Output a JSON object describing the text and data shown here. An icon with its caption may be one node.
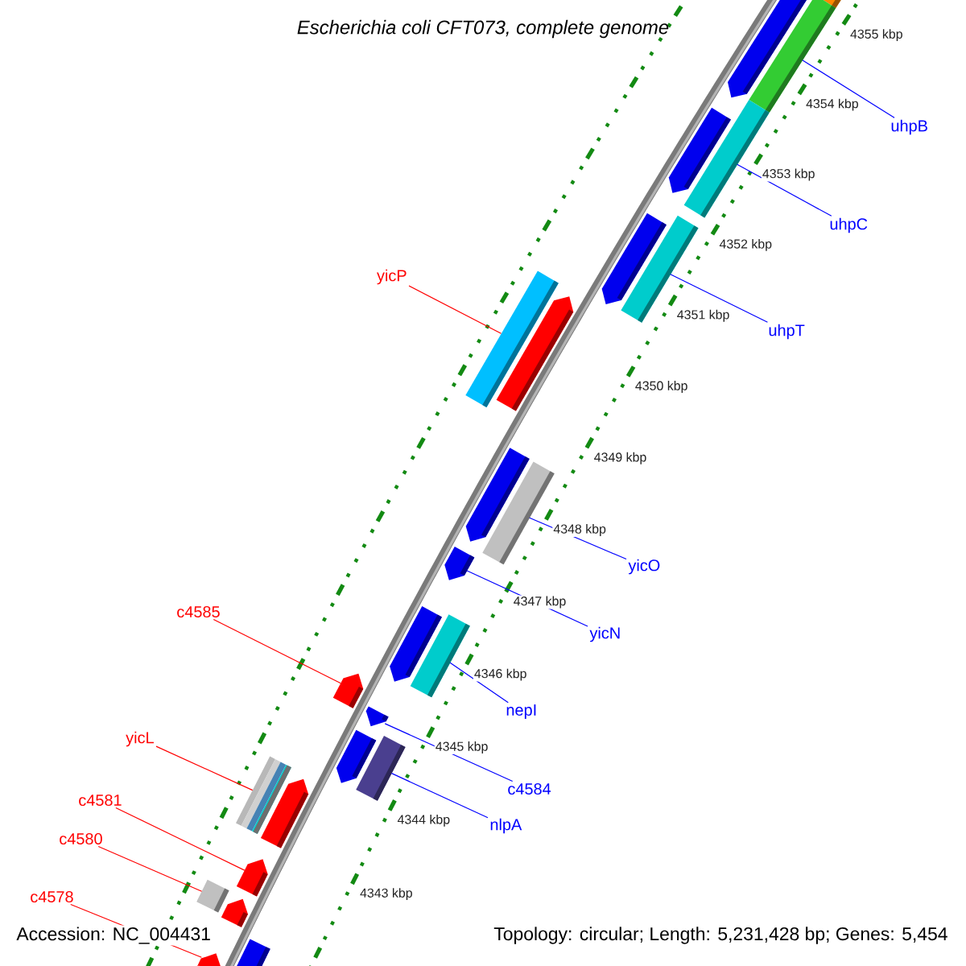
{
  "diagram": {
    "title": "Escherichia coli CFT073, complete genome",
    "nodes": [
      {
        "text": [
          "uhpB"
        ]
      },
      {
        "text": [
          "uhpC"
        ]
      },
      {
        "text": [
          "yicP"
        ]
      },
      {
        "text": [
          "uhpT"
        ]
      },
      {
        "text": [
          "yicO"
        ]
      },
      {
        "text": [
          "c4585"
        ]
      },
      {
        "text": [
          "yicN"
        ]
      },
      {
        "text": [
          "nepI"
        ]
      },
      {
        "text": [
          "yicL"
        ]
      },
      {
        "text": [
          "c4584"
        ]
      },
      {
        "text": [
          "c4581"
        ]
      },
      {
        "text": [
          "nlpA"
        ]
      },
      {
        "text": [
          "c4580"
        ]
      },
      {
        "text": [
          "c4578"
        ]
      },
      {
        "text": [],
        "shape": "bar"
      },
      {
        "text": [],
        "shape": "bar"
      },
      {
        "text": [],
        "shape": "bar"
      },
      {
        "text": [],
        "shape": "bar"
      },
      {
        "text": [],
        "shape": "bar"
      },
      {
        "text": [],
        "shape": "bar"
      },
      {
        "text": [],
        "shape": "bar"
      },
      {
        "text": [],
        "shape": "bar"
      },
      {
        "text": [],
        "shape": "bar"
      },
      {
        "text": [],
        "shape": "bar"
      },
      {
        "text": [],
        "shape": "bar"
      },
      {
        "text": [],
        "shape": "bar"
      },
      {
        "text": [],
        "shape": "bar"
      },
      {
        "text": [],
        "shape": "bar"
      }
    ],
    "edges": [
      {
        "from": 0,
        "to": 14,
        "arrow": "none"
      },
      {
        "from": 1,
        "to": 15,
        "arrow": "none"
      },
      {
        "from": 2,
        "to": 16,
        "arrow": "none",
        "color": "#ff0000"
      },
      {
        "from": 3,
        "to": 17,
        "arrow": "none"
      },
      {
        "from": 4,
        "to": 18,
        "arrow": "none"
      },
      {
        "from": 5,
        "to": 19,
        "arrow": "none",
        "color": "#ff0000"
      },
      {
        "from": 6,
        "to": 20,
        "arrow": "none"
      },
      {
        "from": 7,
        "to": 21,
        "arrow": "none"
      },
      {
        "from": 8,
        "to": 22,
        "arrow": "none",
        "color": "#ff0000"
      },
      {
        "from": 9,
        "to": 23,
        "arrow": "none"
      },
      {
        "from": 10,
        "to": 24,
        "arrow": "none",
        "color": "#ff0000"
      },
      {
        "from": 11,
        "to": 25,
        "arrow": "none"
      },
      {
        "from": 12,
        "to": 26,
        "arrow": "none",
        "color": "#ff0000"
      },
      {
        "from": 13,
        "to": 27,
        "arrow": "none",
        "color": "#ff0000"
      }
    ],
    "labels": [
      "4355 kbp",
      "4354 kbp",
      "4353 kbp",
      "4352 kbp",
      "4351 kbp",
      "4350 kbp",
      "4349 kbp",
      "4348 kbp",
      "4347 kbp",
      "4346 kbp",
      "4345 kbp",
      "4344 kbp",
      "4343 kbp",
      "Accession: NC_004431",
      "Topology: circular; Length: 5,231,428 bp; Genes: 5,454"
    ]
  }
}
